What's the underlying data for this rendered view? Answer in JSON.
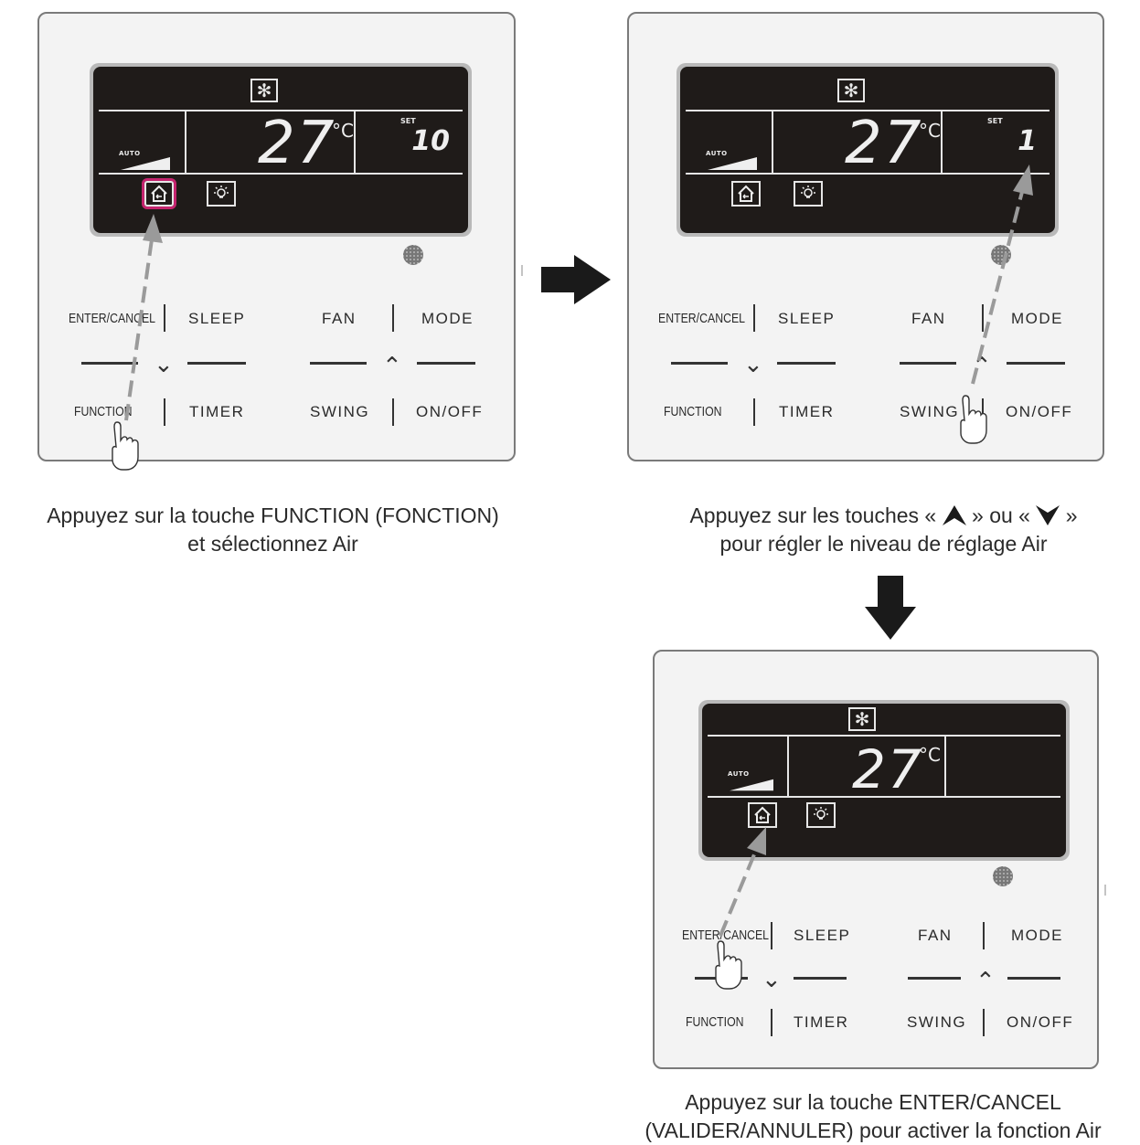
{
  "panels": [
    {
      "temperature": "27",
      "unit": "°C",
      "set_label": "SET",
      "set_value": "10",
      "fan_label": "AUTO",
      "buttons": {
        "enter_cancel": "ENTER/CANCEL",
        "sleep": "SLEEP",
        "fan": "FAN",
        "mode": "MODE",
        "function": "FUNCTION",
        "timer": "TIMER",
        "swing": "SWING",
        "on_off": "ON/OFF"
      },
      "caption_line1": "Appuyez sur la touche FUNCTION (FONCTION)",
      "caption_line2": "et sélectionnez Air"
    },
    {
      "temperature": "27",
      "unit": "°C",
      "set_label": "SET",
      "set_value": "1",
      "fan_label": "AUTO",
      "buttons": {
        "enter_cancel": "ENTER/CANCEL",
        "sleep": "SLEEP",
        "fan": "FAN",
        "mode": "MODE",
        "function": "FUNCTION",
        "timer": "TIMER",
        "swing": "SWING",
        "on_off": "ON/OFF"
      },
      "caption_line1_a": "Appuyez sur les touches «",
      "caption_line1_b": "» ou «",
      "caption_line1_c": "»",
      "caption_line2": "pour régler le niveau de réglage Air"
    },
    {
      "temperature": "27",
      "unit": "°C",
      "fan_label": "AUTO",
      "buttons": {
        "enter_cancel": "ENTER/CANCEL",
        "sleep": "SLEEP",
        "fan": "FAN",
        "mode": "MODE",
        "function": "FUNCTION",
        "timer": "TIMER",
        "swing": "SWING",
        "on_off": "ON/OFF"
      },
      "caption_line1": "Appuyez sur la touche ENTER/CANCEL",
      "caption_line2": "(VALIDER/ANNULER) pour activer la fonction Air"
    }
  ],
  "colors": {
    "highlight": "#c4246e",
    "arrow_dashed": "#9a9a9a",
    "flow_arrow": "#1a1a1a"
  },
  "icons": [
    "snowflake-icon",
    "air-house-icon",
    "light-icon",
    "hand-pointer-icon",
    "speaker-grille-icon"
  ]
}
